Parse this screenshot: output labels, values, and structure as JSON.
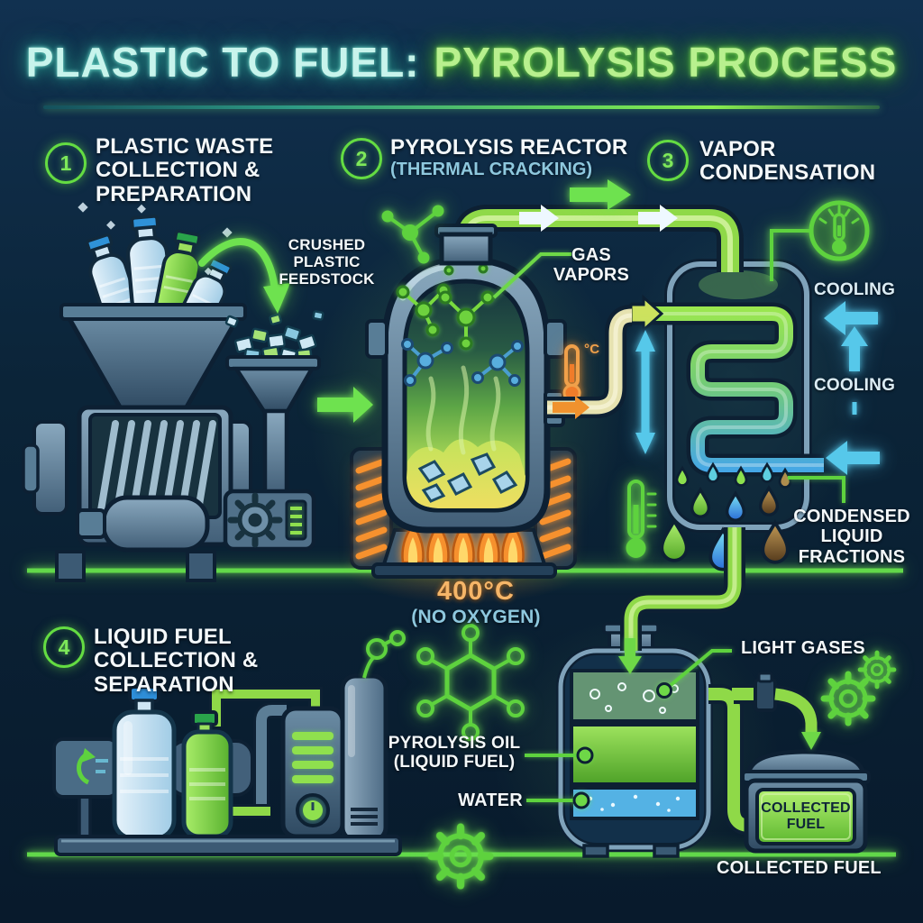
{
  "title": {
    "part_cyan": "PLASTIC TO FUEL:",
    "part_green": "PYROLYSIS PROCESS"
  },
  "steps": [
    {
      "number": "1",
      "title": "PLASTIC WASTE COLLECTION & PREPARATION"
    },
    {
      "number": "2",
      "title": "PYROLYSIS REACTOR",
      "subtitle": "(THERMAL CRACKING)"
    },
    {
      "number": "3",
      "title": "VAPOR CONDENSATION"
    },
    {
      "number": "4",
      "title": "LIQUID FUEL COLLECTION & SEPARATION"
    }
  ],
  "labels": {
    "crushed_feedstock": "CRUSHED PLASTIC FEEDSTOCK",
    "gas_vapors": "GAS VAPORS",
    "cooling_upper": "COOLING",
    "cooling_lower": "COOLING",
    "condensed_fractions": "CONDENSED LIQUID FRACTIONS",
    "reactor_temp": "400°C",
    "no_oxygen": "(NO OXYGEN)",
    "celsius_unit": "°C",
    "light_gases": "LIGHT GASES",
    "pyrolysis_oil": "PYROLYSIS OIL (LIQUID FUEL)",
    "water": "WATER",
    "collected_fuel_panel": "COLLECTED FUEL",
    "collected_fuel_caption": "COLLECTED FUEL"
  },
  "colors": {
    "background_top": "#113150",
    "background_bottom": "#081a2c",
    "neon_green": "#6ee24f",
    "neon_cyan": "#56c8ea",
    "title_cyan": "#c8f4ec",
    "title_green": "#b8f08e",
    "text_white": "#f4f8fa",
    "text_lightblue": "#8ec8de",
    "orange": "#f0922e",
    "temp_orange": "#f5b568",
    "machine_steel": "#87a6bc",
    "pipe_green": "#8fd948",
    "oil_layer_green": "#4ea228",
    "water_layer_blue": "#54b2e4",
    "droplet_brown": "#8a6a3a"
  }
}
